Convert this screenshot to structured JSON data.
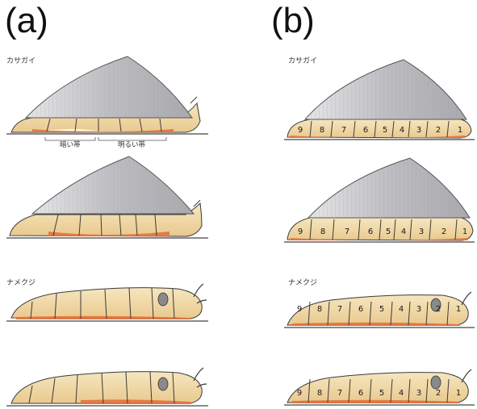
{
  "panels": {
    "a": {
      "letter": "(a)"
    },
    "b": {
      "letter": "(b)"
    }
  },
  "labels": {
    "limpet": "カサガイ",
    "slug": "ナメクジ",
    "dark_band": "暗い帯",
    "light_band": "明るい帯"
  },
  "colors": {
    "body": "#efd6a2",
    "foot_orange": "#e4733a",
    "shell": "#cfcfd3",
    "outline": "#3a3a3a",
    "ground": "#444444"
  },
  "segment_numbers": [
    "9",
    "8",
    "7",
    "6",
    "5",
    "4",
    "3",
    "2",
    "1"
  ]
}
